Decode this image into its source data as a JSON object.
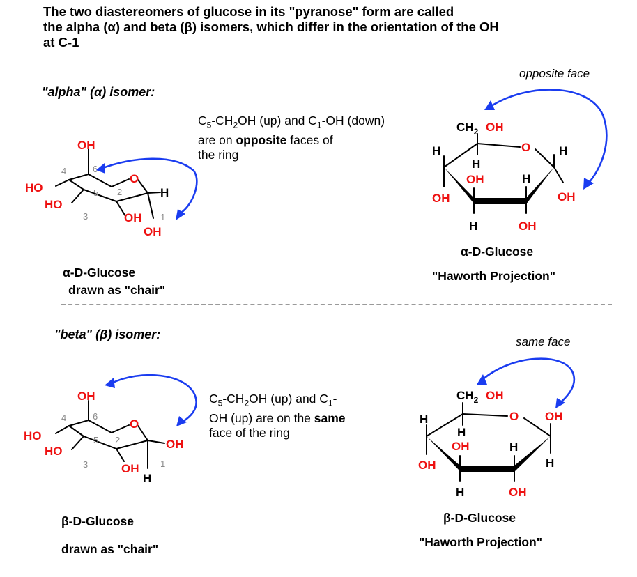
{
  "title": {
    "line1": "The two diastereomers of glucose in its \"pyranose\" form are called",
    "line2": "the alpha (α) and beta (β) isomers, which differ in the orientation of the OH",
    "line3": "at C-1"
  },
  "alpha": {
    "heading": "\"alpha\" (α) isomer:",
    "note": {
      "line1_a": "C",
      "line1_b": "5",
      "line1_c": "-CH",
      "line1_d": "2",
      "line1_e": "OH (up) and C",
      "line1_f": "1",
      "line1_g": "-OH (down)",
      "line2_a": "are on ",
      "line2_b": "opposite",
      "line2_c": " faces of",
      "line3": "the ring"
    },
    "face_label": "opposite face",
    "chair_caption_1": "α-D-Glucose",
    "chair_caption_2": "drawn as \"chair\"",
    "haworth_caption_1": "α-D-Glucose",
    "haworth_caption_2": "\"Haworth Projection\""
  },
  "beta": {
    "heading": "\"beta\" (β) isomer:",
    "note": {
      "line1_a": "C",
      "line1_b": "5",
      "line1_c": "-CH",
      "line1_d": "2",
      "line1_e": "OH (up) and C",
      "line1_f": "1",
      "line1_g": "-",
      "line2_a": "OH (up) are on the ",
      "line2_b": "same",
      "line3": "face of the ring"
    },
    "face_label": "same face",
    "chair_caption_1": "β-D-Glucose",
    "chair_caption_2": "drawn as \"chair\"",
    "haworth_caption_1": "β-D-Glucose",
    "haworth_caption_2": "\"Haworth Projection\""
  },
  "labels": {
    "oh": "OH",
    "ho": "HO",
    "o": "O",
    "h": "H",
    "ch2": "CH",
    "sub2": "2",
    "n1": "1",
    "n2": "2",
    "n3": "3",
    "n4": "4",
    "n5": "5",
    "n6": "6"
  },
  "colors": {
    "heteroatom": "#ee1111",
    "arrow": "#1a3cf0",
    "divider": "#9a9a9a",
    "atom_number": "#8a8a8a"
  }
}
